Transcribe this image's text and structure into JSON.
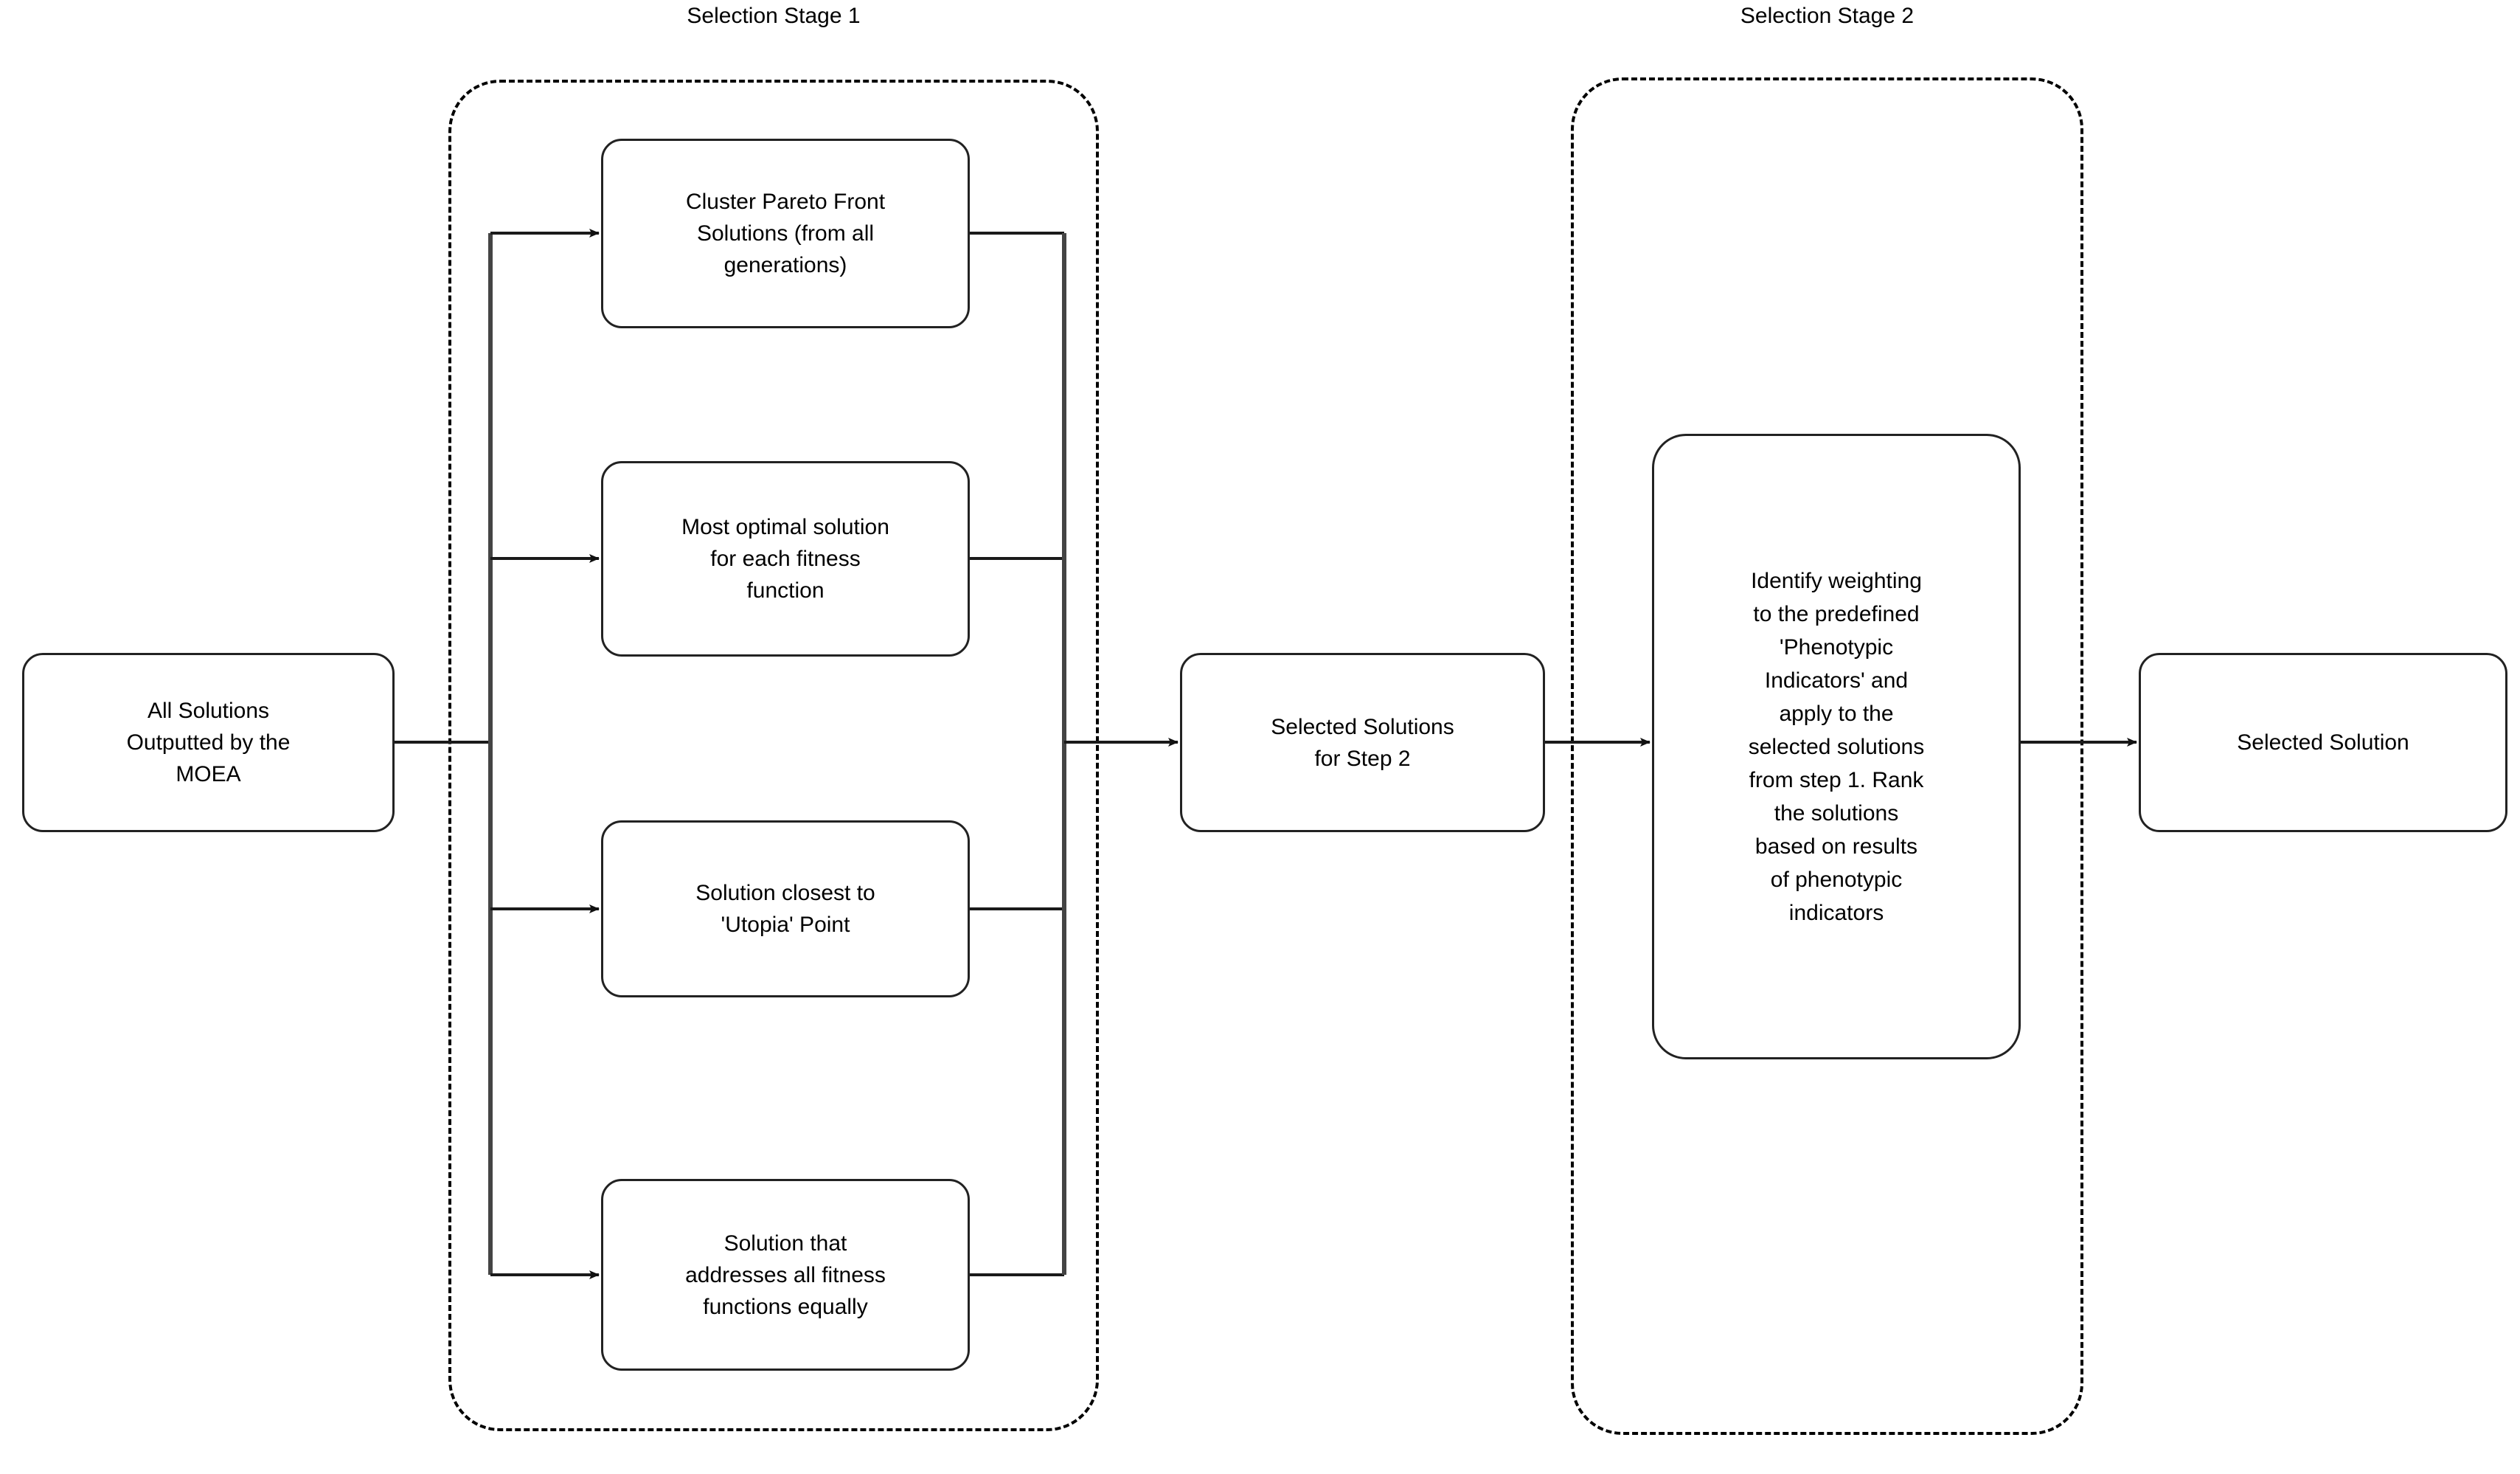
{
  "diagram": {
    "title_stage1": "Selection Stage 1",
    "title_stage2": "Selection Stage 2",
    "background_color": "#ffffff",
    "line_color": "#1a1a1a",
    "text_color": "#000000"
  },
  "nodes": {
    "input": {
      "label": "All Solutions\nOutputted by the\nMOEA"
    },
    "stage1_options": [
      {
        "label": "Cluster Pareto Front\nSolutions (from all\ngenerations)"
      },
      {
        "label": "Most optimal solution\nfor each fitness\nfunction"
      },
      {
        "label": "Solution closest to\n'Utopia' Point"
      },
      {
        "label": "Solution that\naddresses all fitness\nfunctions equally"
      }
    ],
    "intermediate": {
      "label": "Selected Solutions\nfor Step 2"
    },
    "stage2_process": {
      "label": "Identify weighting\nto the predefined\n'Phenotypic\nIndicators' and\napply to the\nselected solutions\nfrom step 1. Rank\nthe solutions\nbased on results\nof phenotypic\nindicators"
    },
    "output": {
      "label": "Selected Solution"
    }
  }
}
